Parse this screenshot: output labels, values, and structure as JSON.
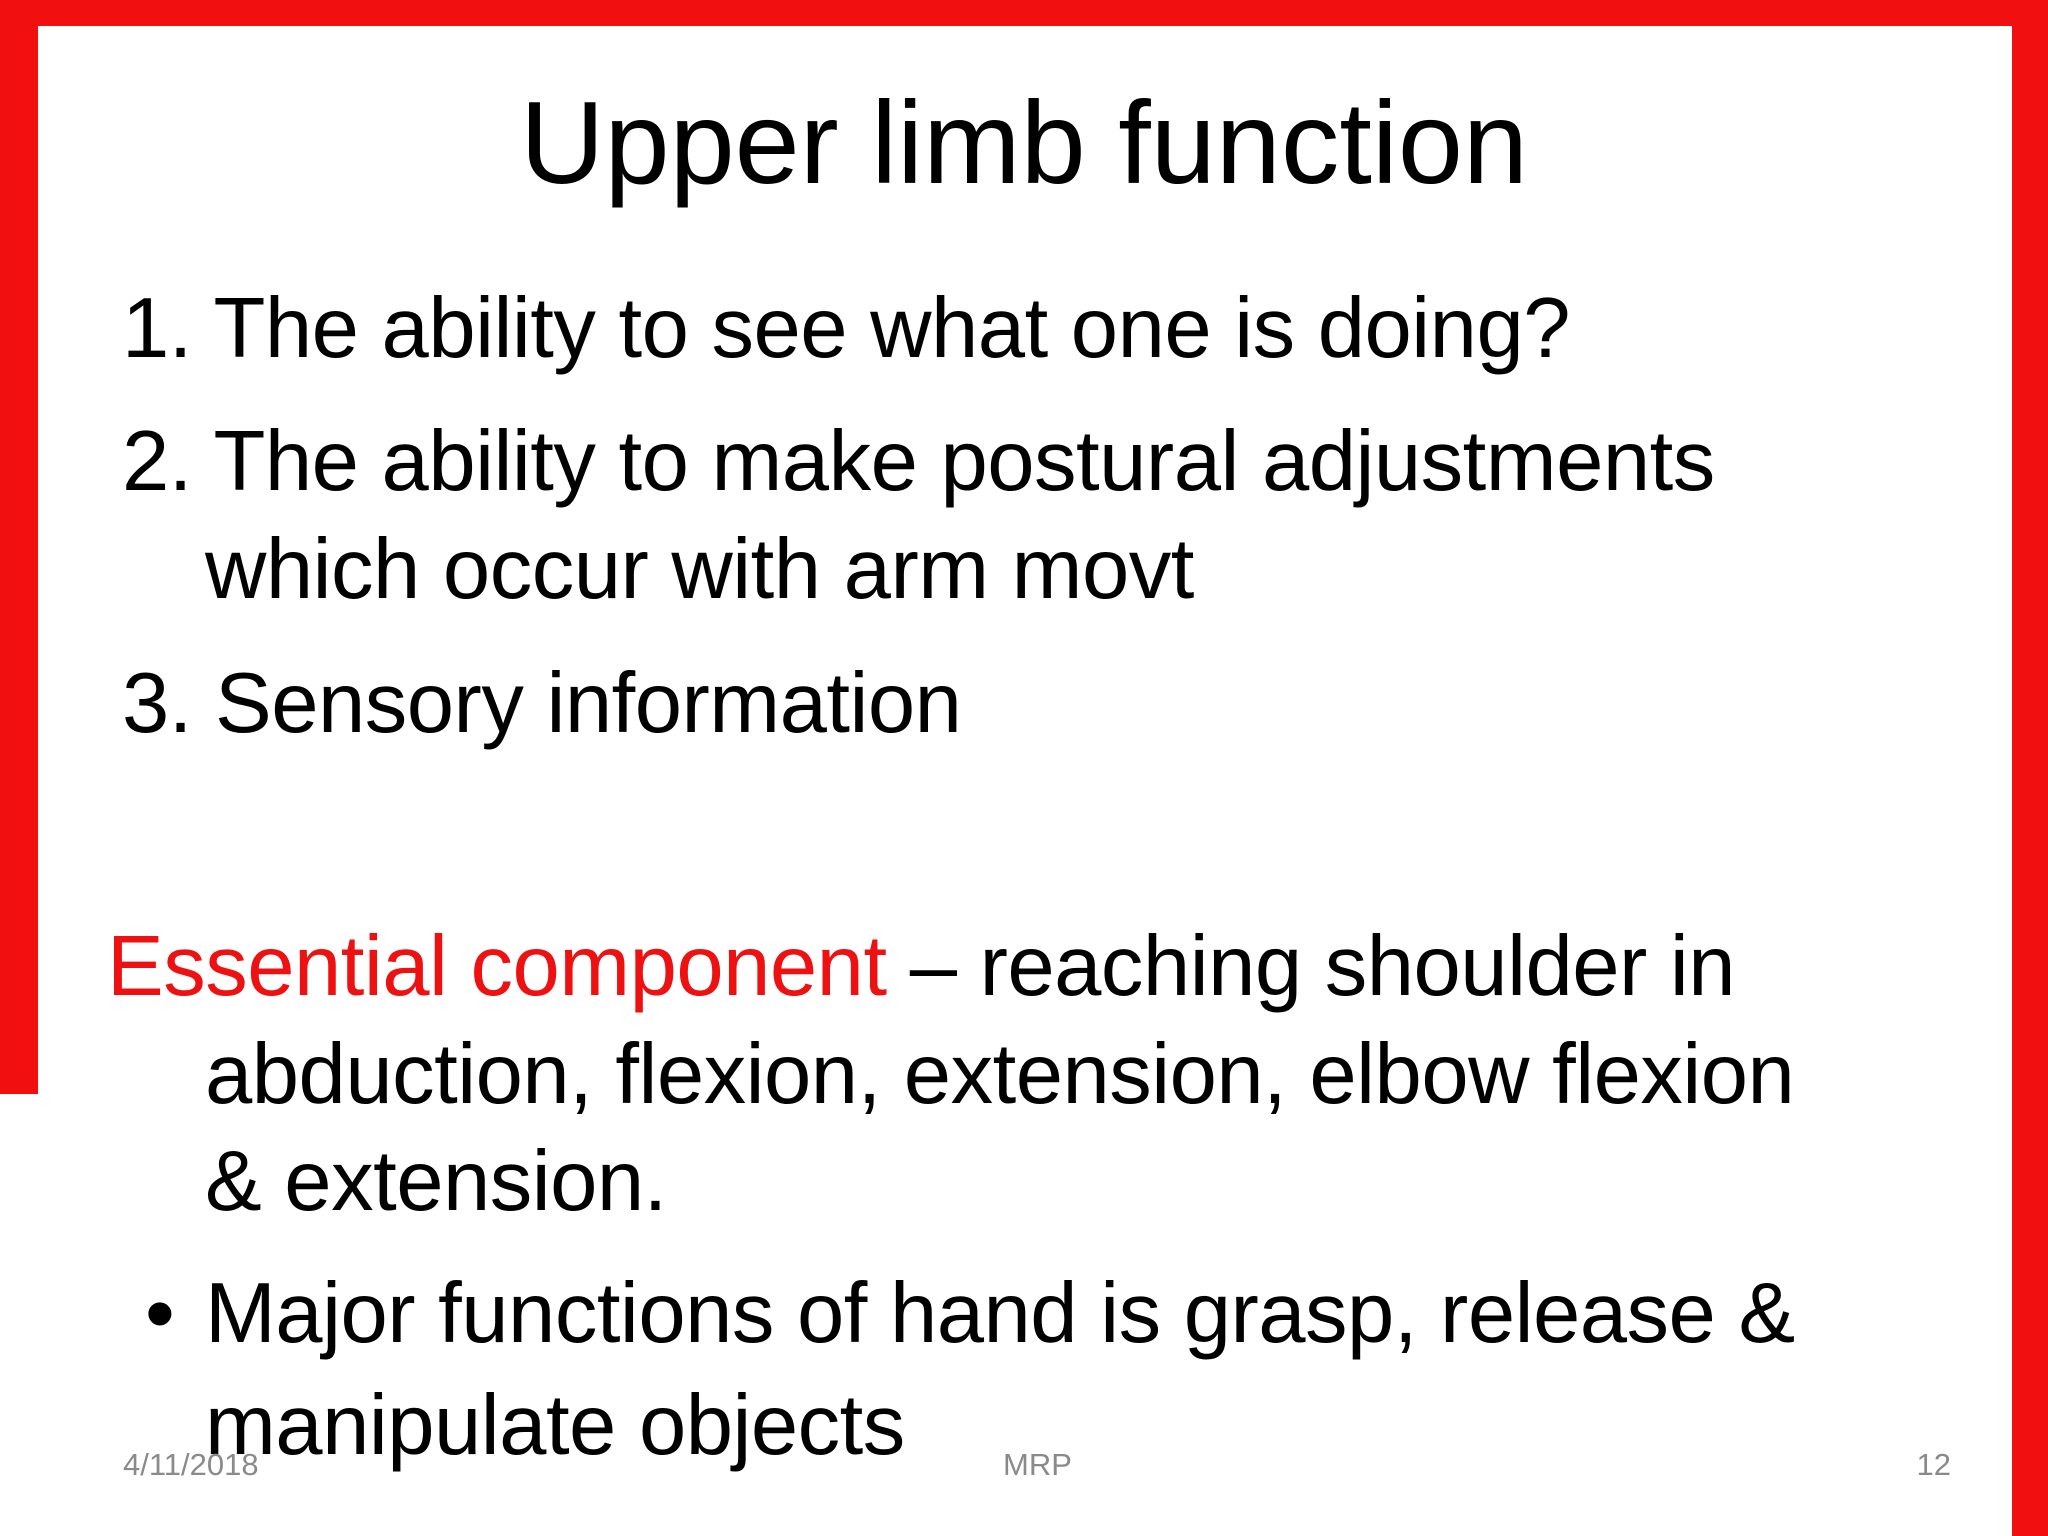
{
  "slide": {
    "title": "Upper limb function",
    "items": [
      {
        "text": "1. The ability to see what one is doing?"
      },
      {
        "text": "2. The ability to make postural adjustments"
      },
      {
        "text": "which occur with arm movt"
      },
      {
        "text": "3. Sensory information"
      }
    ],
    "essential": {
      "highlight": "Essential component",
      "rest": " – reaching shoulder in",
      "line2": "abduction, flexion, extension, elbow flexion",
      "line3": "& extension."
    },
    "bullet": {
      "marker": "•",
      "line1": "Major functions of hand is grasp, release &",
      "line2": "manipulate objects"
    },
    "footer": {
      "date": "4/11/2018",
      "center": "MRP",
      "page": "12"
    },
    "colors": {
      "background": "#ffffff",
      "text": "#000000",
      "highlight_red": "#ee1111",
      "frame_red": "#f10f0f",
      "footer_gray": "#8a8a8a"
    }
  }
}
